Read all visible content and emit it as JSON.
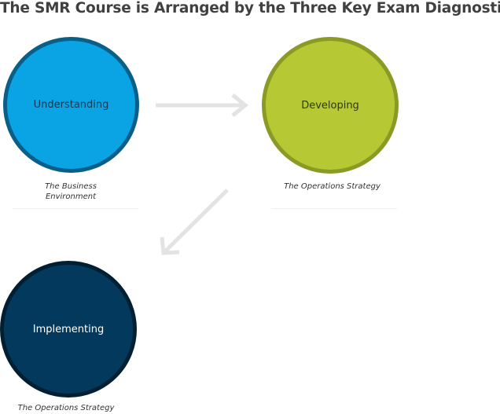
{
  "title": "The SMR Course is Arranged by the Three Key Exam Diagnostics",
  "nodes": [
    {
      "label": "Understanding",
      "caption": "The Business\nEnvironment",
      "fill": "#0aa3e3",
      "border": "#0a5f88"
    },
    {
      "label": "Developing",
      "caption": "The Operations Strategy",
      "fill": "#b6c834",
      "border": "#8a9a24"
    },
    {
      "label": "Implementing",
      "caption": "The Operations Strategy",
      "fill": "#03395c",
      "border": "#011f32"
    }
  ],
  "arrow_color": "#e3e3e3"
}
